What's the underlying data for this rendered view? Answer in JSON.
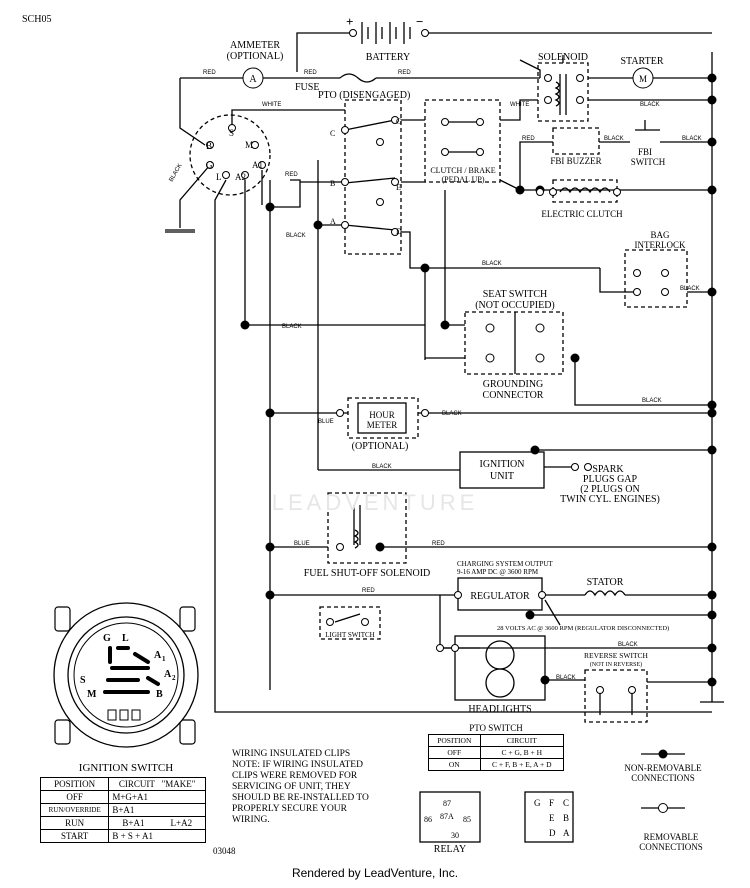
{
  "doc_id": "SCH05",
  "part_code": "03048",
  "watermark": "LEADVENTURE",
  "footer": "Rendered by LeadVenture, Inc.",
  "components": {
    "battery": "BATTERY",
    "battery_plus": "+",
    "battery_minus": "−",
    "ammeter": "AMMETER",
    "ammeter_optional": "(OPTIONAL)",
    "ammeter_letter": "A",
    "fuse": "FUSE",
    "pto": "PTO (DISENGAGED)",
    "solenoid": "SOLENOID",
    "starter": "STARTER",
    "starter_letter": "M",
    "clutch_brake_1": "CLUTCH / BRAKE",
    "clutch_brake_2": "(PEDAL UP)",
    "fbi_buzzer": "FBI BUZZER",
    "fbi_switch_1": "FBI",
    "fbi_switch_2": "SWITCH",
    "electric_clutch": "ELECTRIC CLUTCH",
    "bag_interlock_1": "BAG",
    "bag_interlock_2": "INTERLOCK",
    "seat_switch_1": "SEAT SWITCH",
    "seat_switch_2": "(NOT OCCUPIED)",
    "grounding_1": "GROUNDING",
    "grounding_2": "CONNECTOR",
    "hour_meter_1": "HOUR",
    "hour_meter_2": "METER",
    "hour_meter_optional": "(OPTIONAL)",
    "ignition_unit_1": "IGNITION",
    "ignition_unit_2": "UNIT",
    "spark_1": "SPARK",
    "spark_2": "PLUGS GAP",
    "spark_3": "(2 PLUGS ON",
    "spark_4": "TWIN CYL. ENGINES)",
    "fuel_shutoff": "FUEL SHUT-OFF SOLENOID",
    "charging_1": "CHARGING SYSTEM OUTPUT",
    "charging_2": "9-16 AMP DC @ 3600 RPM",
    "regulator": "REGULATOR",
    "stator": "STATOR",
    "volts_note": "28 VOLTS AC @ 3600 RPM (REGULATOR DISCONNECTED)",
    "light_switch": "LIGHT SWITCH",
    "headlights": "HEADLIGHTS",
    "reverse_1": "REVERSE SWITCH",
    "reverse_2": "(NOT IN REVERSE)",
    "relay": "RELAY"
  },
  "wires": {
    "red": "RED",
    "white": "WHITE",
    "black": "BLACK",
    "blue": "BLUE"
  },
  "terminals": {
    "b": "B",
    "s": "S",
    "m": "M",
    "g": "G",
    "l": "L",
    "a1": "A1",
    "a2": "A2",
    "pto_c": "C",
    "pto_b": "B",
    "pto_a": "A",
    "pto_g": "G",
    "pto_e": "E",
    "pto_d": "D"
  },
  "ignition_diagram": {
    "title": "IGNITION SWITCH",
    "g": "G",
    "l": "L",
    "a1": "A",
    "a1_sub": "1",
    "a2": "A",
    "a2_sub": "2",
    "s": "S",
    "m": "M",
    "b": "B"
  },
  "ignition_table": {
    "headers": [
      "POSITION",
      "CIRCUIT",
      "\"MAKE\""
    ],
    "rows": [
      [
        "OFF",
        "M+G+A1",
        ""
      ],
      [
        "RUN/OVERRIDE",
        "B+A1",
        ""
      ],
      [
        "RUN",
        "B+A1",
        "L+A2"
      ],
      [
        "START",
        "B + S + A1",
        ""
      ]
    ]
  },
  "pto_table": {
    "title": "PTO SWITCH",
    "headers": [
      "POSITION",
      "CIRCUIT"
    ],
    "rows": [
      [
        "OFF",
        "C + G, B + H"
      ],
      [
        "ON",
        "C + F, B + E, A + D"
      ]
    ]
  },
  "clips_note": [
    "WIRING INSULATED CLIPS",
    "NOTE:  IF WIRING INSULATED",
    "CLIPS WERE REMOVED FOR",
    "SERVICING OF UNIT, THEY",
    "SHOULD BE RE-INSTALLED TO",
    "PROPERLY SECURE YOUR",
    "WIRING."
  ],
  "relay_pins": {
    "p87": "87",
    "p87a": "87A",
    "p86": "86",
    "p85": "85",
    "p30": "30"
  },
  "connector_pins": {
    "g": "G",
    "f": "F",
    "c": "C",
    "e": "E",
    "b": "B",
    "d": "D",
    "a": "A"
  },
  "legend": {
    "non_removable_1": "NON-REMOVABLE",
    "non_removable_2": "CONNECTIONS",
    "removable_1": "REMOVABLE",
    "removable_2": "CONNECTIONS"
  }
}
